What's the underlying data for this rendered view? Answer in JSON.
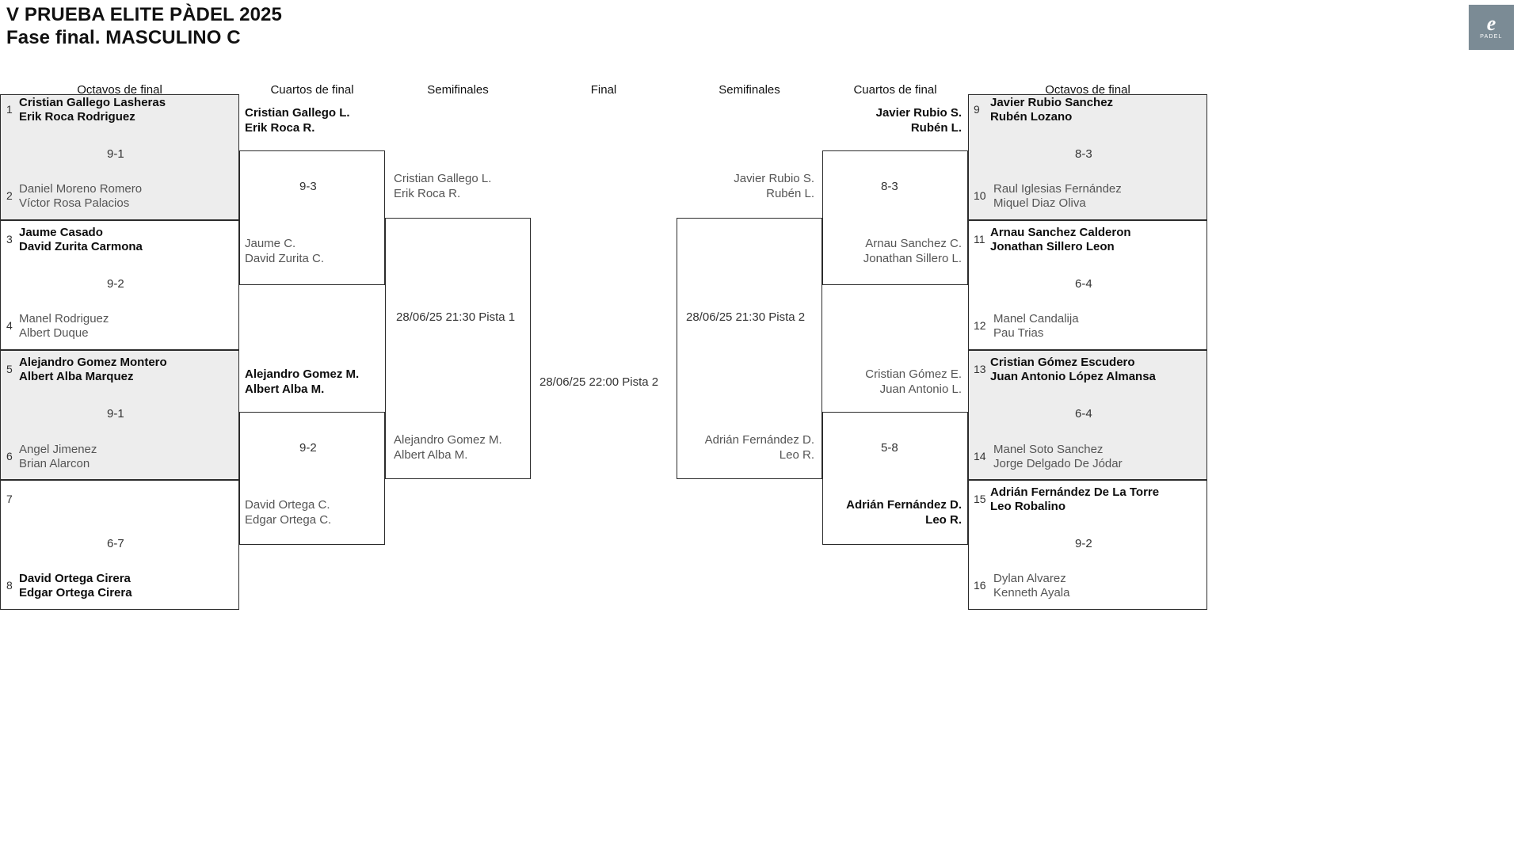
{
  "header": {
    "title_line1": "V PRUEBA ELITE PÀDEL 2025",
    "title_line2": "Fase final. MASCULINO C",
    "logo": {
      "mark": "e",
      "word": "PADEL",
      "color": "#7b8b95"
    }
  },
  "round_headers": {
    "left_r16": "Octavos de final",
    "left_qf": "Cuartos de final",
    "left_sf": "Semifinales",
    "final": "Final",
    "right_sf": "Semifinales",
    "right_qf": "Cuartos de final",
    "right_r16": "Octavos de final"
  },
  "colors": {
    "shaded_row": "#ededed",
    "border": "#2b2b2b",
    "winner_text": "#0d0d0d",
    "loser_text": "#555555"
  },
  "left": {
    "r16": [
      {
        "shaded": true,
        "score": "9-1",
        "top": {
          "seed": "1",
          "p1": "Cristian Gallego Lasheras",
          "p2": "Erik Roca Rodriguez",
          "winner": true
        },
        "bottom": {
          "seed": "2",
          "p1": "Daniel Moreno Romero",
          "p2": "Víctor Rosa Palacios",
          "winner": false
        }
      },
      {
        "shaded": false,
        "score": "9-2",
        "top": {
          "seed": "3",
          "p1": "Jaume Casado",
          "p2": "David Zurita Carmona",
          "winner": true
        },
        "bottom": {
          "seed": "4",
          "p1": "Manel Rodriguez",
          "p2": "Albert Duque",
          "winner": false
        }
      },
      {
        "shaded": true,
        "score": "9-1",
        "top": {
          "seed": "5",
          "p1": "Alejandro Gomez Montero",
          "p2": "Albert Alba Marquez",
          "winner": true
        },
        "bottom": {
          "seed": "6",
          "p1": "Angel Jimenez",
          "p2": "Brian Alarcon",
          "winner": false
        }
      },
      {
        "shaded": false,
        "score": "6-7",
        "top": {
          "seed": "7",
          "p1": "",
          "p2": "",
          "winner": false
        },
        "bottom": {
          "seed": "8",
          "p1": "David Ortega Cirera",
          "p2": "Edgar Ortega Cirera",
          "winner": true
        }
      }
    ],
    "qf": [
      {
        "score": "9-3",
        "top": {
          "p1": "Cristian Gallego L.",
          "p2": "Erik Roca R.",
          "winner": true
        },
        "bottom": {
          "p1": "Jaume C.",
          "p2": "David Zurita C.",
          "winner": false
        }
      },
      {
        "score": "9-2",
        "top": {
          "p1": "Alejandro Gomez M.",
          "p2": "Albert Alba M.",
          "winner": true
        },
        "bottom": {
          "p1": "David Ortega C.",
          "p2": "Edgar Ortega C.",
          "winner": false
        }
      }
    ],
    "sf": {
      "meta": "28/06/25 21:30 Pista 1",
      "top": {
        "p1": "Cristian Gallego L.",
        "p2": "Erik Roca R.",
        "winner": false
      },
      "bottom": {
        "p1": "Alejandro Gomez M.",
        "p2": "Albert Alba M.",
        "winner": false
      }
    }
  },
  "final": {
    "meta": "28/06/25 22:00 Pista 2"
  },
  "right": {
    "r16": [
      {
        "shaded": true,
        "score": "8-3",
        "top": {
          "seed": "9",
          "p1": "Javier Rubio Sanchez",
          "p2": "Rubén Lozano",
          "winner": true
        },
        "bottom": {
          "seed": "10",
          "p1": "Raul Iglesias Fernández",
          "p2": "Miquel Diaz Oliva",
          "winner": false
        }
      },
      {
        "shaded": false,
        "score": "6-4",
        "top": {
          "seed": "11",
          "p1": "Arnau Sanchez Calderon",
          "p2": "Jonathan Sillero Leon",
          "winner": true
        },
        "bottom": {
          "seed": "12",
          "p1": "Manel Candalija",
          "p2": "Pau Trias",
          "winner": false
        }
      },
      {
        "shaded": true,
        "score": "6-4",
        "top": {
          "seed": "13",
          "p1": "Cristian Gómez Escudero",
          "p2": "Juan Antonio López Almansa",
          "winner": true
        },
        "bottom": {
          "seed": "14",
          "p1": "Manel Soto Sanchez",
          "p2": "Jorge Delgado De Jódar",
          "winner": false
        }
      },
      {
        "shaded": false,
        "score": "9-2",
        "top": {
          "seed": "15",
          "p1": "Adrián Fernández De La Torre",
          "p2": "Leo Robalino",
          "winner": true
        },
        "bottom": {
          "seed": "16",
          "p1": "Dylan Alvarez",
          "p2": "Kenneth Ayala",
          "winner": false
        }
      }
    ],
    "qf": [
      {
        "score": "8-3",
        "top": {
          "p1": "Javier Rubio S.",
          "p2": "Rubén L.",
          "winner": true
        },
        "bottom": {
          "p1": "Arnau Sanchez C.",
          "p2": "Jonathan Sillero L.",
          "winner": false
        }
      },
      {
        "score": "5-8",
        "top": {
          "p1": "Cristian Gómez E.",
          "p2": "Juan Antonio L.",
          "winner": false
        },
        "bottom": {
          "p1": "Adrián Fernández D.",
          "p2": "Leo R.",
          "winner": true
        }
      }
    ],
    "sf": {
      "meta": "28/06/25 21:30 Pista 2",
      "top": {
        "p1": "Javier Rubio S.",
        "p2": "Rubén L.",
        "winner": false
      },
      "bottom": {
        "p1": "Adrián Fernández D.",
        "p2": "Leo R.",
        "winner": false
      }
    }
  }
}
